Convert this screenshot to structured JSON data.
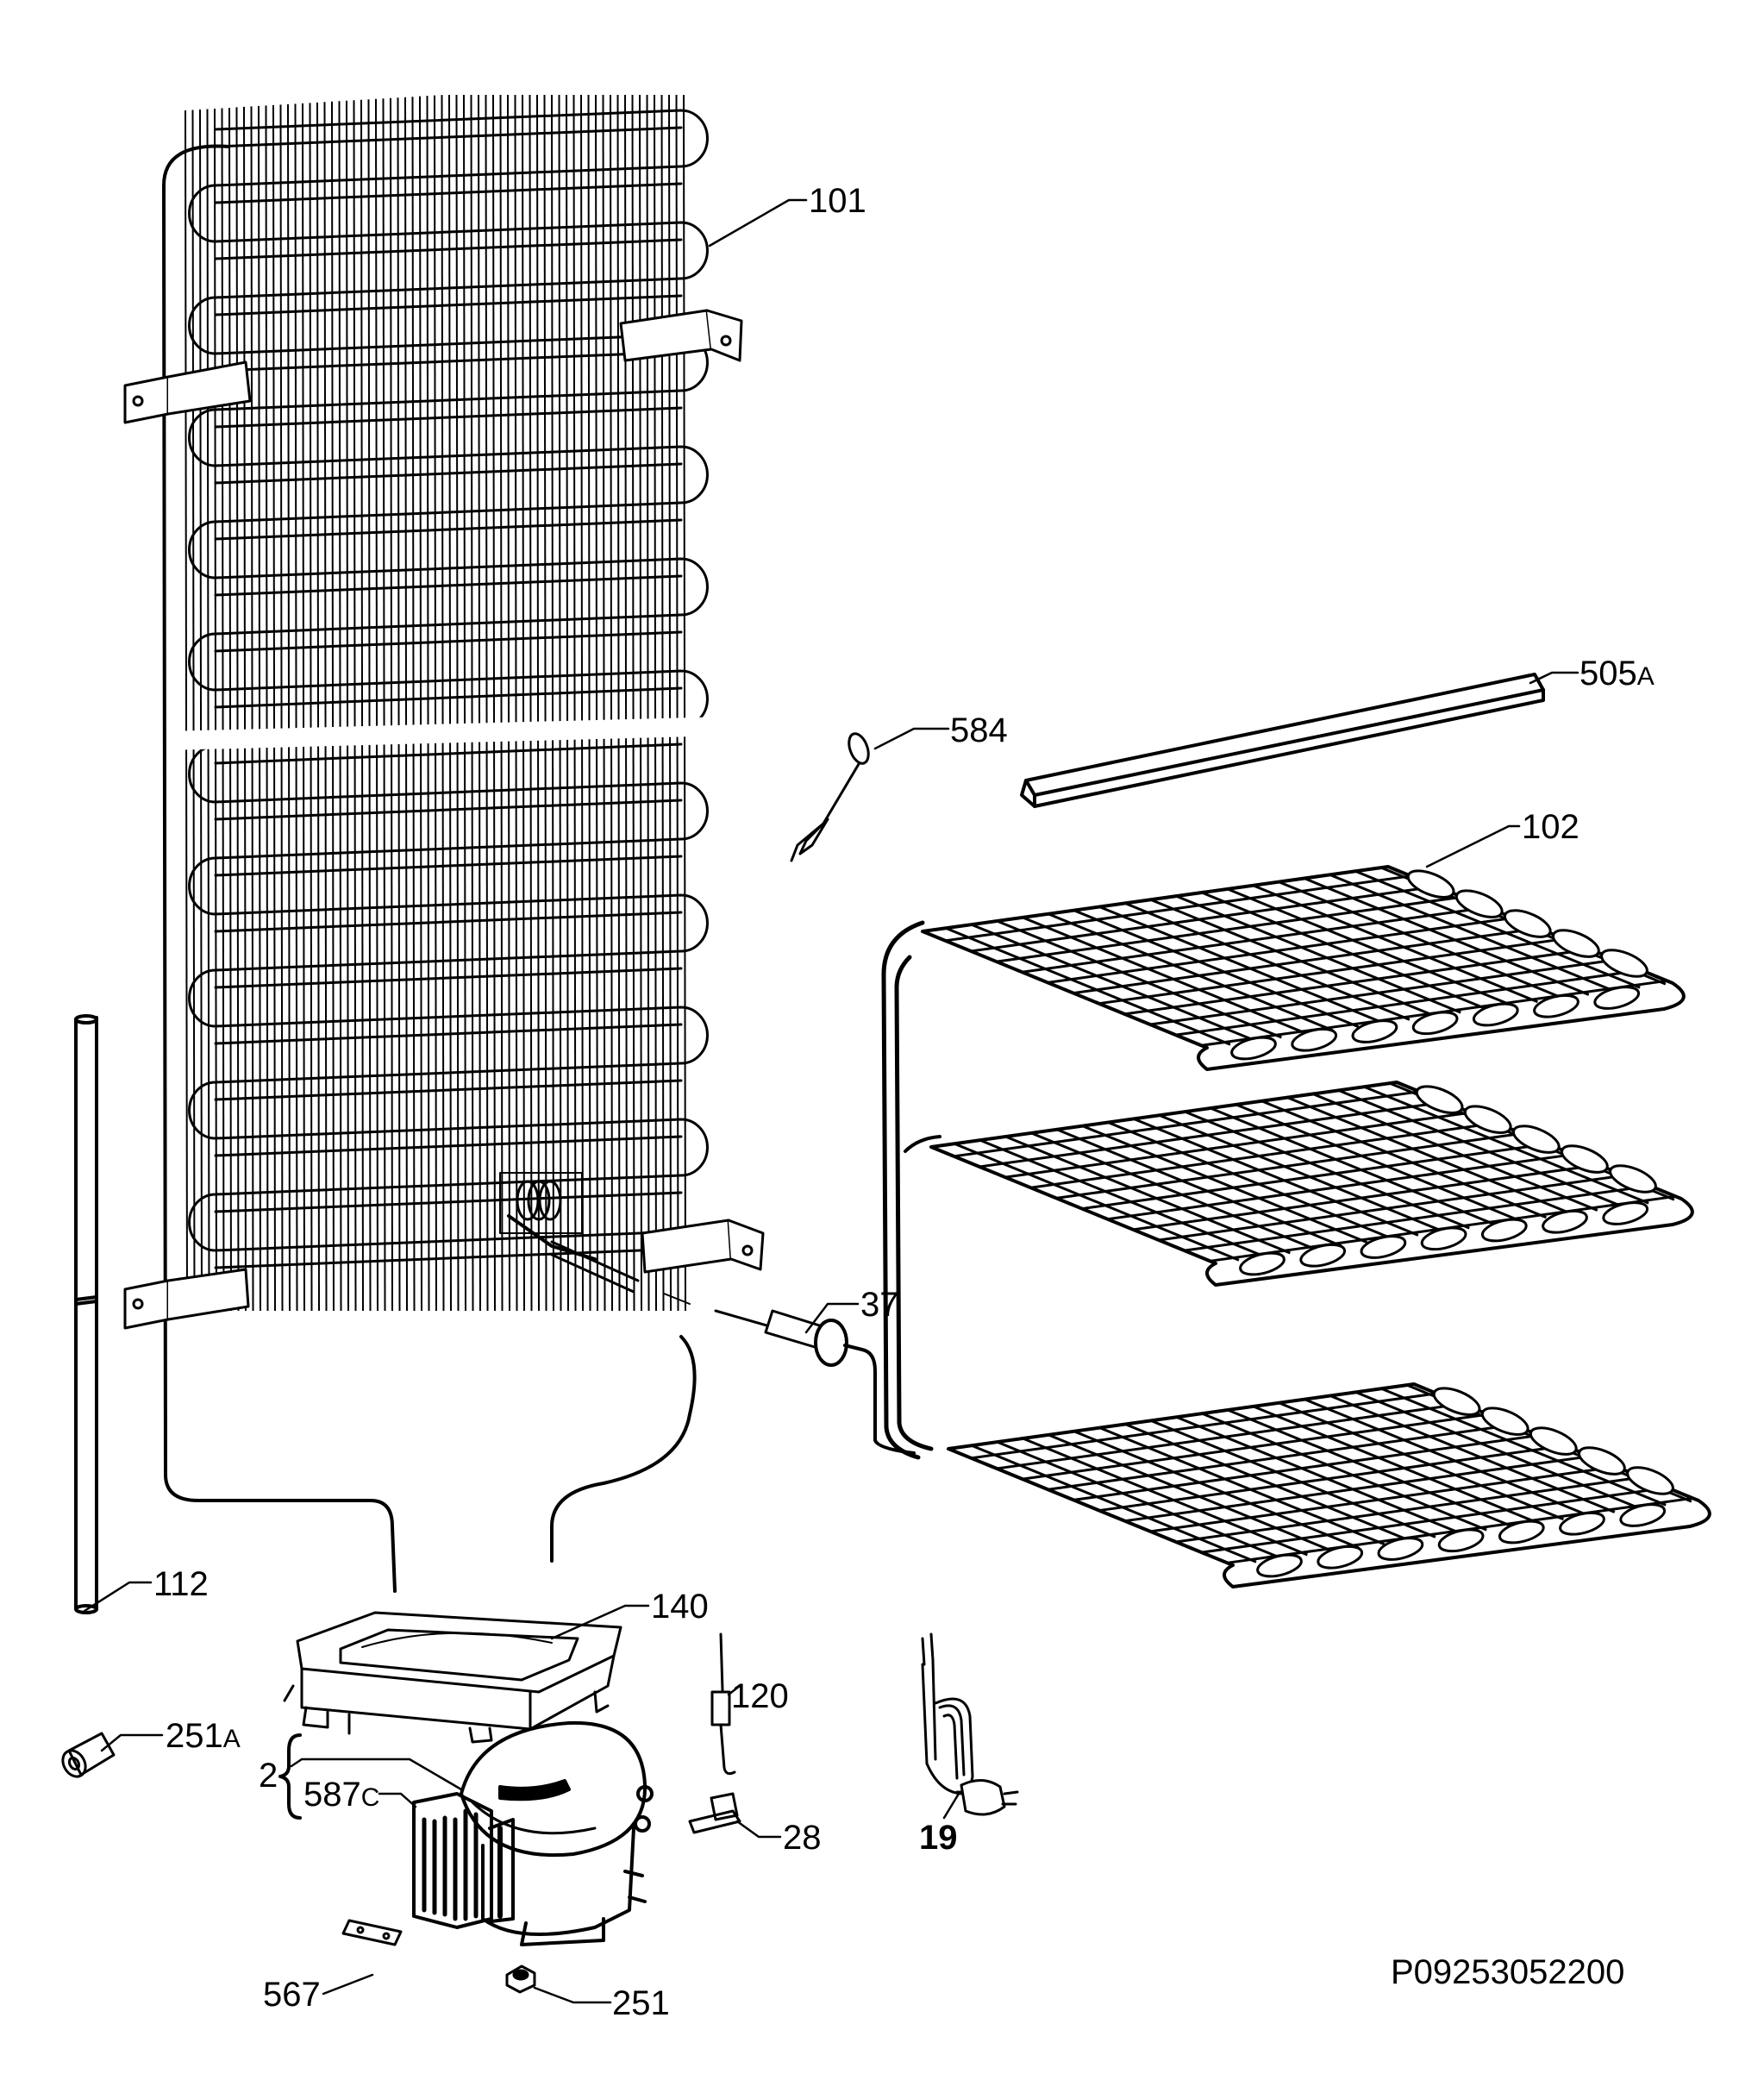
{
  "labels": {
    "p101": "101",
    "p102": "102",
    "p505": "505",
    "p505s": "A",
    "p584": "584",
    "p37": "37",
    "p112": "112",
    "p140": "140",
    "p120": "120",
    "p251a": "251",
    "p251as": "A",
    "p2": "2",
    "p587": "587",
    "p587s": "C",
    "p28": "28",
    "p19": "19",
    "p567": "567",
    "p251": "251",
    "code": "P09253052200"
  }
}
